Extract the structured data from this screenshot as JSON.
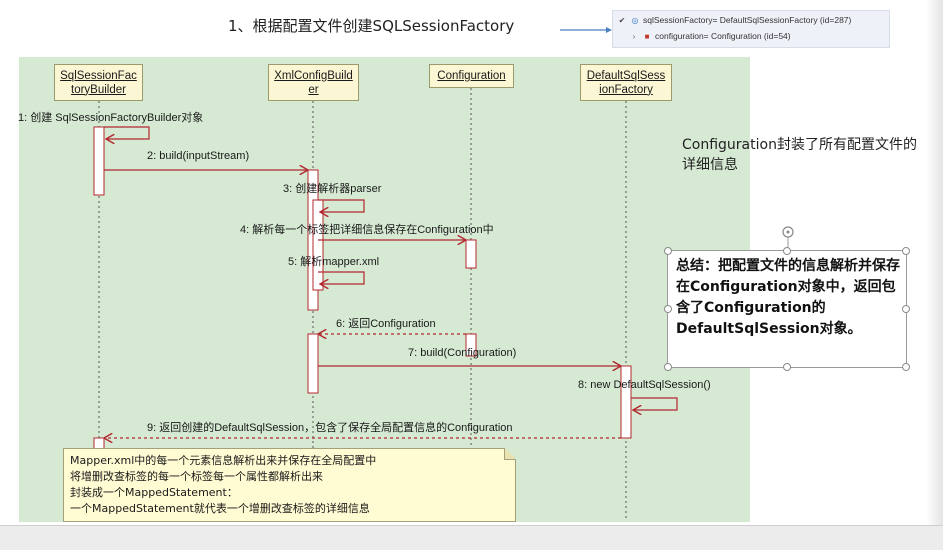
{
  "title": "1、根据配置文件创建SQLSessionFactory",
  "debug_panel": {
    "row1_text": "sqlSessionFactory= DefaultSqlSessionFactory  (id=287)",
    "row2_text": "configuration= Configuration  (id=54)",
    "row1_icon": "variable-icon",
    "row2_icon": "field-icon"
  },
  "lifelines": [
    {
      "label": "SqlSessionFac\ntoryBuilder"
    },
    {
      "label": "XmlConfigBuild\ner"
    },
    {
      "label": "Configuration"
    },
    {
      "label": "DefaultSqlSess\nionFactory"
    }
  ],
  "messages": [
    {
      "label": "1: 创建 SqlSessionFactoryBuilder对象"
    },
    {
      "label": "2: build(inputStream)"
    },
    {
      "label": "3: 创建解析器parser"
    },
    {
      "label": "4: 解析每一个标签把详细信息保存在Configuration中"
    },
    {
      "label": "5: 解析mapper.xml"
    },
    {
      "label": "6: 返回Configuration"
    },
    {
      "label": "7: build(Configuration)"
    },
    {
      "label": "8: new DefaultSqlSession()"
    },
    {
      "label": "9: 返回创建的DefaultSqlSession，包含了保存全局配置信息的Configuration"
    }
  ],
  "note_lines": [
    "Mapper.xml中的每一个元素信息解析出来并保存在全局配置中",
    "将增删改查标签的每一个标签每一个属性都解析出来",
    "封装成一个MappedStatement：",
    "一个MappedStatement就代表一个增删改查标签的详细信息"
  ],
  "config_text": "Configuration封装了所有配置文件的详细信息",
  "summary_text": "总结：把配置文件的信息解析并保存在Configuration对象中，返回包含了Configuration的DefaultSqlSession对象。",
  "colors": {
    "diagram_bg": "#d5e9d3",
    "arrow": "#b3282e",
    "lifeline_head": "#fbf6d3",
    "note_bg": "#fffbd2"
  }
}
